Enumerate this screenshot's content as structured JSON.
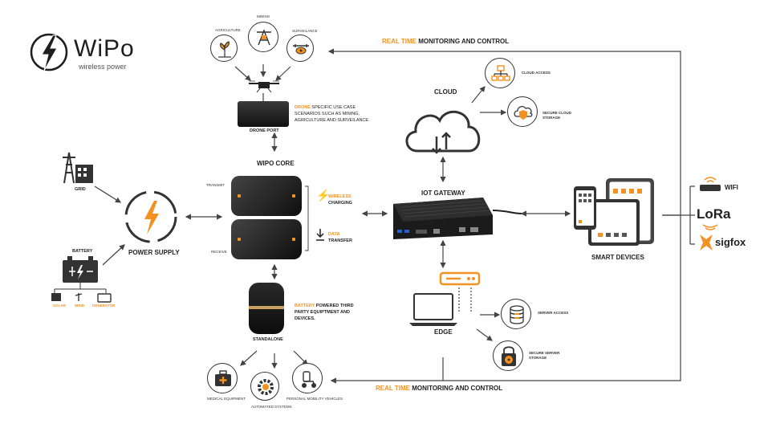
{
  "brand": {
    "name": "WiPo",
    "tagline": "wireless power"
  },
  "monitoring_top": {
    "highlight": "REAL TIME",
    "rest": "MONITORING AND CONTROL"
  },
  "monitoring_bottom": {
    "highlight": "REAL TIME",
    "rest": "MONITORING AND CONTROL"
  },
  "drone_uses": {
    "agriculture": "AGRICULTURE",
    "mining": "MINING",
    "surveillance": "SURVEILANCE"
  },
  "drone_port": "DRONE PORT",
  "drone_desc": {
    "highlight": "DRONE",
    "rest": "SPECIFIC USE CASE SCENARIOS SUCH AS MINING, AGRICULTURE AND SURVEILANCE."
  },
  "wipo_core": "WIPO CORE",
  "transmit": "TRANSMIT",
  "receive": "RECEIVE",
  "wireless": {
    "highlight": "WIRELESS",
    "rest": "CHARGING"
  },
  "data": {
    "highlight": "DATA",
    "rest": "TRANSFER"
  },
  "standalone": "STANDALONE",
  "battery_desc": {
    "highlight": "BATTERY",
    "rest": "POWERED THIRD PARTY EQUIPTMENT AND DEVICES."
  },
  "power_supply": "POWER SUPPLY",
  "grid": "GRID",
  "battery": "BATTERY",
  "sources": {
    "solar": "SOLAR",
    "wind": "WIND",
    "generator": "GENERATOR"
  },
  "cloud": "CLOUD",
  "cloud_access": "CLOUD ACCESS",
  "secure_cloud": "SECURE CLOUD STORAGE",
  "iot_gateway": "IOT GATEWAY",
  "edge": "EDGE",
  "server_access": "SERVER ACCESS",
  "secure_server": "SECURE SERVER STORAGE",
  "smart_devices": "SMART DEVICES",
  "connectivity": {
    "wifi": "WIFI",
    "lora": "LoRa",
    "sigfox": "sigfox"
  },
  "equipment": {
    "medical": "MEDICAL EQUIPMENT",
    "automated": "AUTOMATED SYSTEMS",
    "mobility": "PERSONAL MOBILITY VEHICLES"
  },
  "colors": {
    "accent": "#f39222",
    "line": "#444444",
    "dark": "#1e1e1e"
  }
}
